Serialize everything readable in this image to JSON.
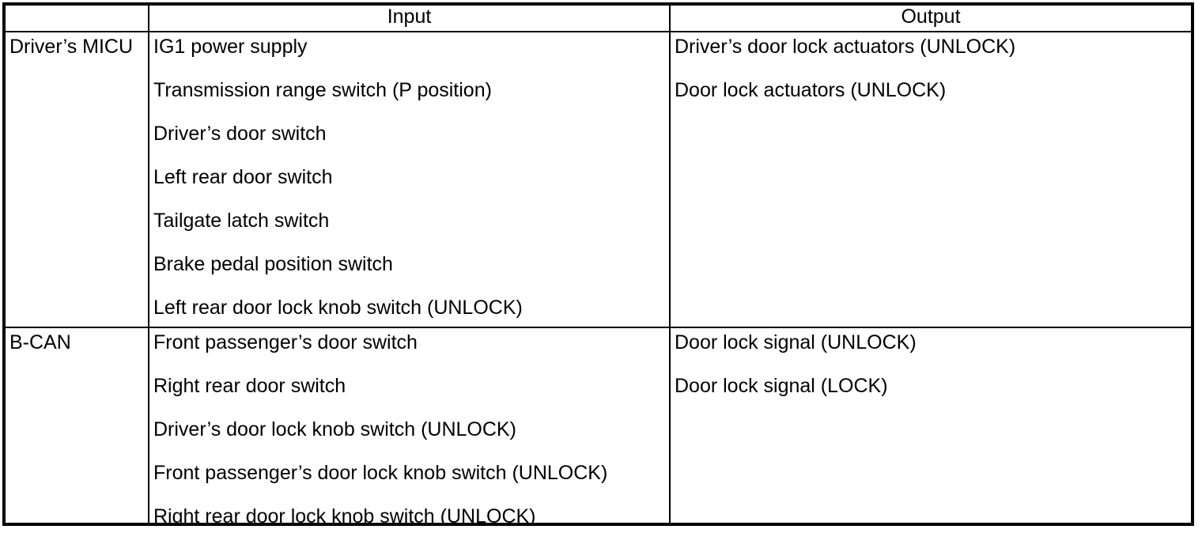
{
  "colors": {
    "border": "#000000",
    "text": "#000000",
    "background": "#ffffff"
  },
  "table": {
    "headers": {
      "source": "",
      "input": "Input",
      "output": "Output"
    },
    "rows": [
      {
        "source": "Driver’s MICU",
        "inputs": [
          "IG1 power supply",
          "Transmission range switch (P position)",
          "Driver’s door switch",
          "Left rear door switch",
          "Tailgate latch switch",
          "Brake pedal position switch",
          "Left rear door lock knob switch (UNLOCK)"
        ],
        "outputs": [
          "Driver’s door lock actuators (UNLOCK)",
          "Door lock actuators (UNLOCK)"
        ]
      },
      {
        "source": "B-CAN",
        "inputs": [
          "Front passenger’s door switch",
          "Right rear door switch",
          "Driver’s door lock knob switch (UNLOCK)",
          "Front passenger’s door lock knob switch (UNLOCK)",
          "Right rear door lock knob switch (UNLOCK)"
        ],
        "outputs": [
          "Door lock signal (UNLOCK)",
          "Door lock signal (LOCK)"
        ]
      }
    ]
  }
}
